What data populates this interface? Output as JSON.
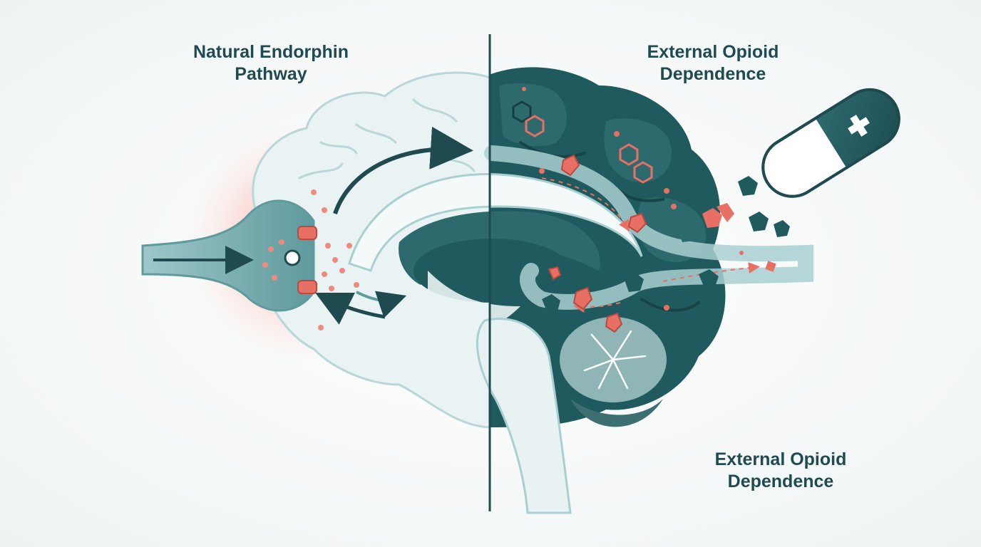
{
  "labels": {
    "left": {
      "line1": "Natural Endorphin",
      "line2": "Pathway"
    },
    "right_top": {
      "line1": "External Opioid",
      "line2": "Dependence"
    },
    "right_bottom": {
      "line1": "External Opioid",
      "line2": "Dependence"
    }
  },
  "colors": {
    "teal_dark": "#1f5a5e",
    "teal_mid": "#3f7f82",
    "teal_light": "#a9cfd1",
    "brain_light": "#e4f0f1",
    "coral": "#e86f63",
    "text": "#1f4b50"
  },
  "icons": [
    "brain-illustration",
    "neuron-terminal",
    "receptor-icon",
    "opioid-pill-icon",
    "medical-cross-icon",
    "molecule-icon",
    "flow-arrow-icon",
    "divider-line"
  ]
}
